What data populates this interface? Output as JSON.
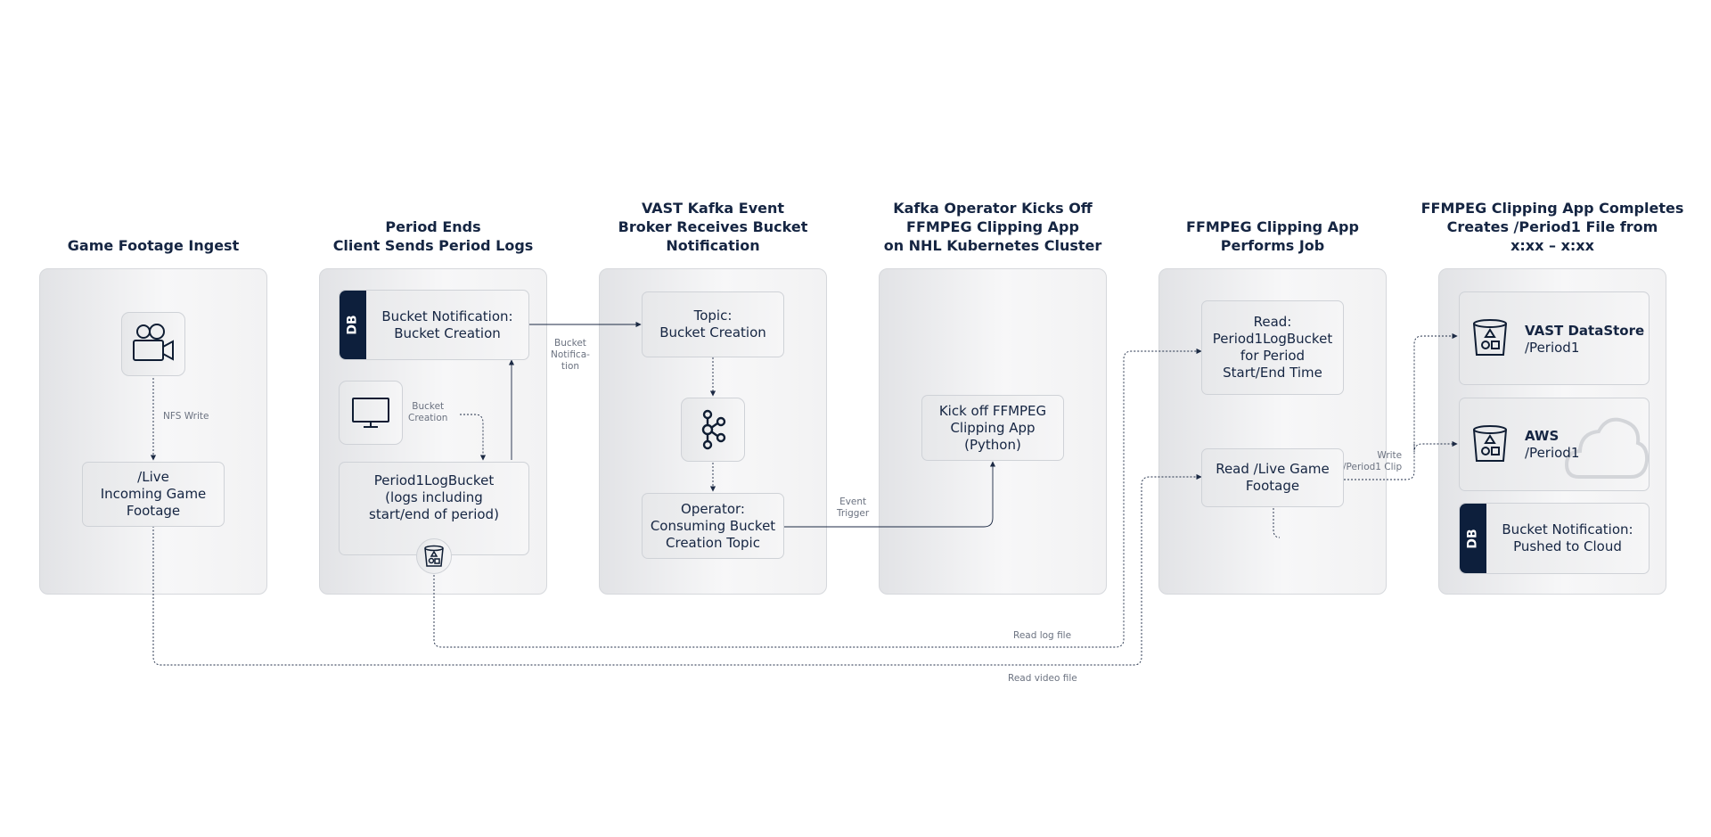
{
  "columns": [
    {
      "title": "Game Footage Ingest"
    },
    {
      "title": "Period Ends\nClient Sends Period Logs"
    },
    {
      "title": "VAST Kafka Event\nBroker Receives Bucket\nNotification"
    },
    {
      "title": "Kafka Operator Kicks Off\nFFMPEG Clipping App\non NHL Kubernetes Cluster"
    },
    {
      "title": "FFMPEG Clipping App\nPerforms Job"
    },
    {
      "title": "FFMPEG Clipping App Completes\nCreates /Period1 File from\nx:xx – x:xx"
    }
  ],
  "ingest": {
    "camera_icon": "video-camera-icon",
    "nfs_label": "NFS Write",
    "live_box": "/Live\nIncoming Game\nFootage"
  },
  "period": {
    "db_tab": "DB",
    "notification_box": "Bucket Notification:\nBucket Creation",
    "monitor_icon": "monitor-icon",
    "bucket_creation_label": "Bucket\nCreation",
    "log_bucket_box": "Period1LogBucket\n(logs including\nstart/end of period)",
    "bucket_icon": "bucket-icon"
  },
  "kafka": {
    "topic_box": "Topic:\nBucket Creation",
    "kafka_icon": "kafka-icon",
    "operator_box": "Operator:\nConsuming Bucket\nCreation Topic"
  },
  "operator": {
    "kickoff_box": "Kick off FFMPEG\nClipping App\n(Python)"
  },
  "ffmpeg": {
    "read_log_box": "Read:\nPeriod1LogBucket\nfor Period\nStart/End Time",
    "read_live_box": "Read /Live Game\nFootage"
  },
  "complete": {
    "vast_name": "VAST DataStore",
    "vast_path": "/Period1",
    "aws_name": "AWS",
    "aws_path": "/Period1",
    "db_tab": "DB",
    "cloud_notification_box": "Bucket Notification:\nPushed to Cloud"
  },
  "edge_labels": {
    "bucket_notification": "Bucket\nNotifica-\ntion",
    "event_trigger": "Event\nTrigger",
    "write_clip": "Write\n/Period1 Clip",
    "read_log_file": "Read log file",
    "read_video_file": "Read video file"
  },
  "colors": {
    "navy": "#0d1f3c",
    "line": "#1c2a44",
    "panel_border": "#d6d8dc"
  }
}
